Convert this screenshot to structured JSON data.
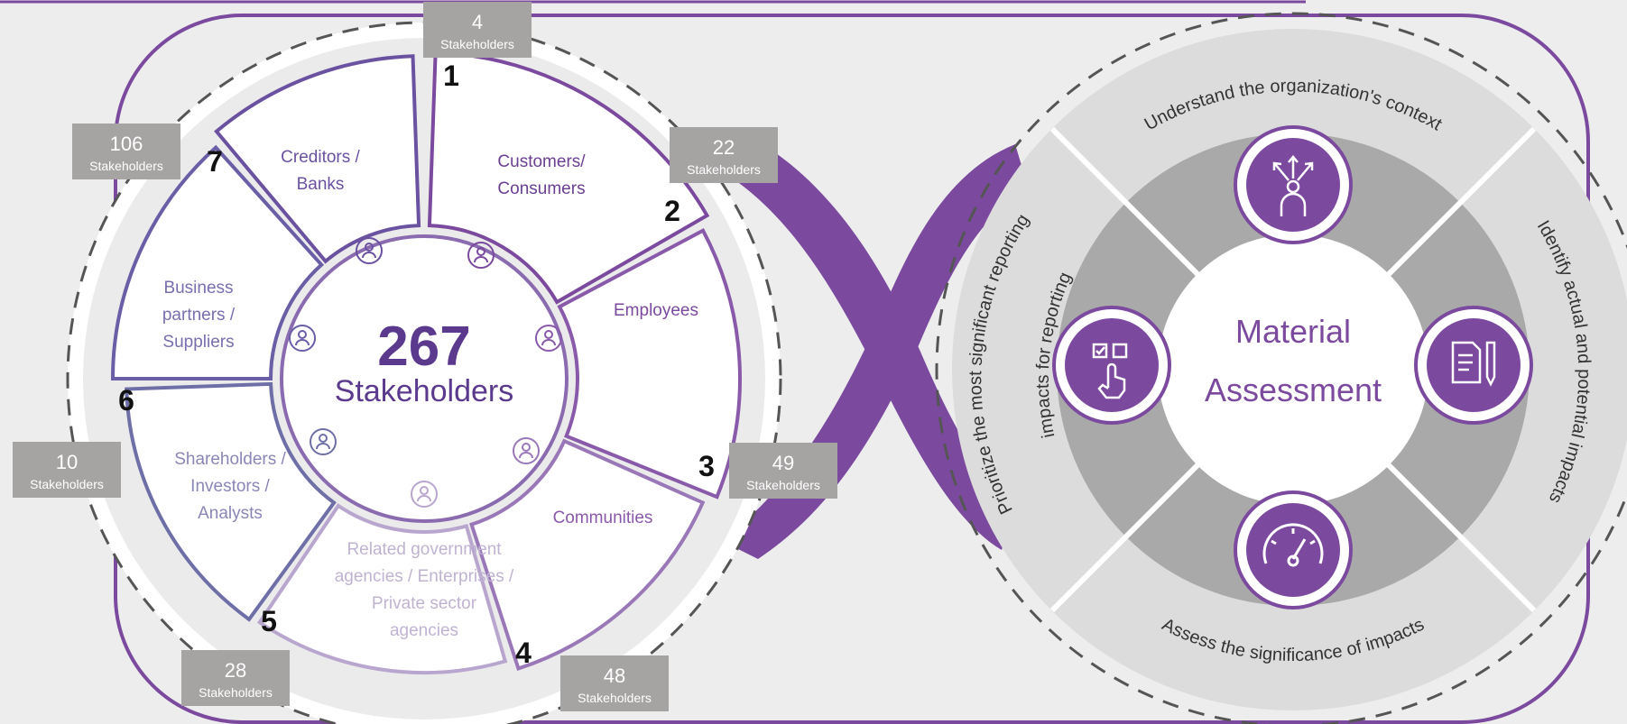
{
  "stakeholders": {
    "total": "267",
    "total_label": "Stakeholders",
    "groups": [
      {
        "number": "1",
        "label": [
          "Customers/",
          "Consumers"
        ],
        "count": "4",
        "count_label": "Stakeholders"
      },
      {
        "number": "2",
        "label": [
          "Employees"
        ],
        "count": "22",
        "count_label": "Stakeholders"
      },
      {
        "number": "3",
        "label": [
          "Communities"
        ],
        "count": "49",
        "count_label": "Stakeholders"
      },
      {
        "number": "4",
        "label": [
          "Related government",
          "agencies / Enterprises /",
          "Private sector",
          "agencies"
        ],
        "count": "48",
        "count_label": "Stakeholders"
      },
      {
        "number": "5",
        "label": [
          "Shareholders /",
          "Investors /",
          "Analysts"
        ],
        "count": "28",
        "count_label": "Stakeholders"
      },
      {
        "number": "6",
        "label": [
          "Business",
          "partners /",
          "Suppliers"
        ],
        "count": "10",
        "count_label": "Stakeholders"
      },
      {
        "number": "7",
        "label": [
          "Creditors /",
          "Banks"
        ],
        "count": "106",
        "count_label": "Stakeholders"
      }
    ]
  },
  "assessment": {
    "center_line1": "Material",
    "center_line2": "Assessment",
    "steps": {
      "top": "Understand the organization's context",
      "right": "Identify actual and potential impacts",
      "bottom": "Assess the significance of impacts",
      "left_line1": "Prioritize the most significant reporting",
      "left_line2": "impacts for reporting"
    },
    "icons": [
      "person-arrows-icon",
      "document-pen-icon",
      "gauge-icon",
      "hand-checklist-icon"
    ]
  },
  "colors": {
    "purple": "#7b4a9e",
    "purple_dark": "#5b3a8e",
    "gray_badge": "#a6a3a3",
    "ring_light": "#dcdcdc",
    "ring_dark": "#a9a9a9"
  }
}
